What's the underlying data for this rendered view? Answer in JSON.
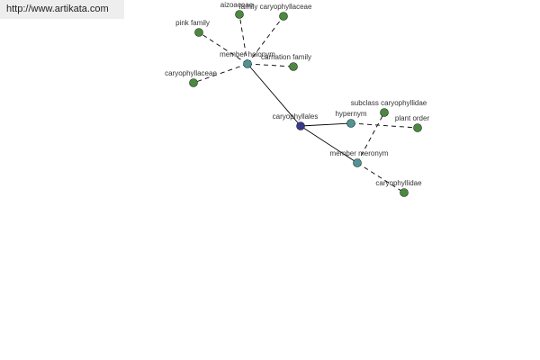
{
  "site_url": "http://www.artikata.com",
  "colors": {
    "root": "#3a3a8a",
    "relation": "#4e9494",
    "leaf": "#4a8a3e",
    "node_stroke": "#222222",
    "edge": "#000000"
  },
  "nodes": [
    {
      "id": "caryophyllales",
      "label": "caryophyllales",
      "kind": "root"
    },
    {
      "id": "member-holonym",
      "label": "member holonym",
      "kind": "relation"
    },
    {
      "id": "hypernym",
      "label": "hypernym",
      "kind": "relation"
    },
    {
      "id": "member-meronym",
      "label": "member meronym",
      "kind": "relation"
    },
    {
      "id": "aizoaceae",
      "label": "aizoaceae",
      "kind": "leaf"
    },
    {
      "id": "family-caryophyllaceae",
      "label": "family caryophyllaceae",
      "kind": "leaf"
    },
    {
      "id": "pink-family",
      "label": "pink family",
      "kind": "leaf"
    },
    {
      "id": "carnation-family",
      "label": "carnation family",
      "kind": "leaf"
    },
    {
      "id": "caryophyllaceae",
      "label": "caryophyllaceae",
      "kind": "leaf"
    },
    {
      "id": "subclass-caryophyllidae",
      "label": "subclass caryophyllidae",
      "kind": "leaf"
    },
    {
      "id": "plant-order",
      "label": "plant order",
      "kind": "leaf"
    },
    {
      "id": "caryophyllidae",
      "label": "caryophyllidae",
      "kind": "leaf"
    }
  ],
  "edges": [
    {
      "from": "caryophyllales",
      "to": "member-holonym",
      "style": "solid"
    },
    {
      "from": "caryophyllales",
      "to": "hypernym",
      "style": "solid"
    },
    {
      "from": "caryophyllales",
      "to": "member-meronym",
      "style": "solid"
    },
    {
      "from": "member-holonym",
      "to": "aizoaceae",
      "style": "dashed"
    },
    {
      "from": "member-holonym",
      "to": "family-caryophyllaceae",
      "style": "dashed"
    },
    {
      "from": "member-holonym",
      "to": "pink-family",
      "style": "dashed"
    },
    {
      "from": "member-holonym",
      "to": "carnation-family",
      "style": "dashed"
    },
    {
      "from": "member-holonym",
      "to": "caryophyllaceae",
      "style": "dashed"
    },
    {
      "from": "hypernym",
      "to": "plant-order",
      "style": "dashed"
    },
    {
      "from": "member-meronym",
      "to": "subclass-caryophyllidae",
      "style": "dashed"
    },
    {
      "from": "member-meronym",
      "to": "caryophyllidae",
      "style": "dashed"
    }
  ]
}
